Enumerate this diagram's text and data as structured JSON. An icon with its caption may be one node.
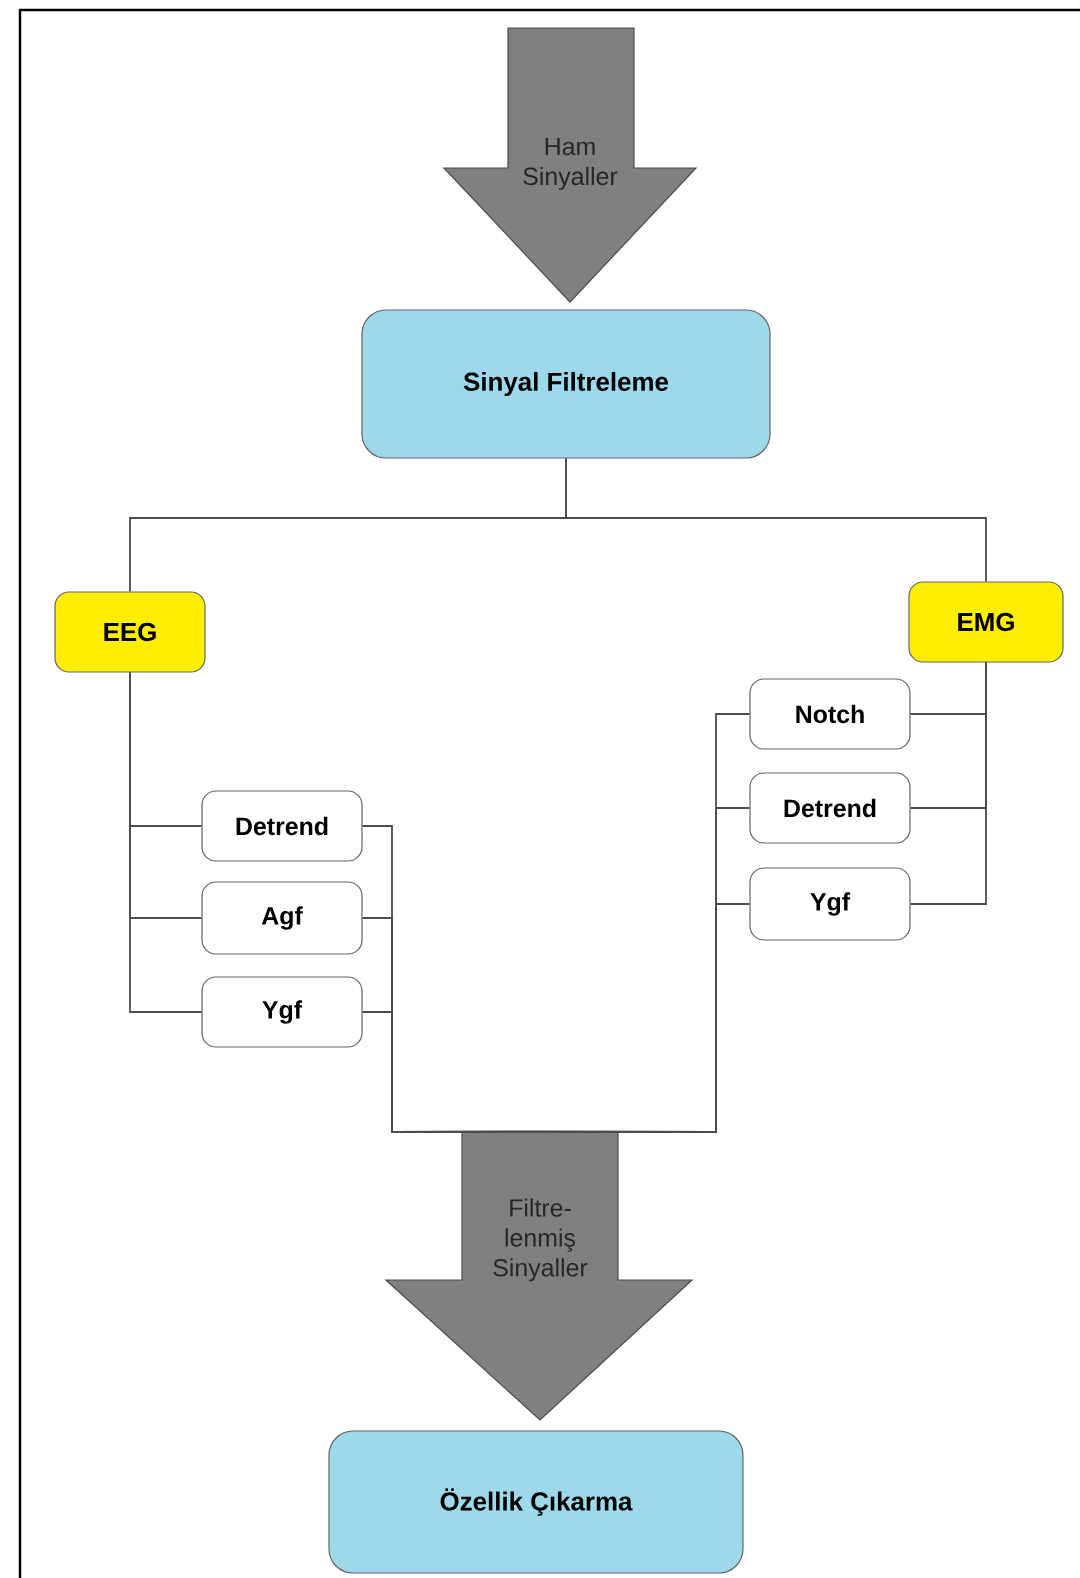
{
  "diagram": {
    "nodes": [
      {
        "text": [
          "Ham Sinyaller"
        ]
      },
      {
        "text": [
          "Sinyal Filtreleme"
        ]
      },
      {
        "text": [
          "EEG"
        ]
      },
      {
        "text": [
          "EMG"
        ]
      },
      {
        "text": [
          "Detrend"
        ]
      },
      {
        "text": [
          "Agf"
        ]
      },
      {
        "text": [
          "Ygf"
        ]
      },
      {
        "text": [
          "Notch"
        ]
      },
      {
        "text": [
          "Detrend"
        ]
      },
      {
        "text": [
          "Ygf"
        ]
      },
      {
        "text": [
          "Filtre- lenmiş Sinyaller"
        ]
      },
      {
        "text": [
          "Özellik Çıkarma"
        ]
      }
    ],
    "edges": [
      {
        "from": 1,
        "to": 2,
        "arrow": "none"
      },
      {
        "from": 1,
        "to": 3,
        "arrow": "none"
      },
      {
        "from": 2,
        "to": 4,
        "arrow": "none"
      },
      {
        "from": 2,
        "to": 5,
        "arrow": "none"
      },
      {
        "from": 2,
        "to": 6,
        "arrow": "none"
      },
      {
        "from": 3,
        "to": 7,
        "arrow": "none"
      },
      {
        "from": 3,
        "to": 8,
        "arrow": "none"
      },
      {
        "from": 3,
        "to": 9,
        "arrow": "none"
      },
      {
        "from": 4,
        "to": 10,
        "arrow": "none"
      },
      {
        "from": 5,
        "to": 10,
        "arrow": "none"
      },
      {
        "from": 6,
        "to": 10,
        "arrow": "none"
      },
      {
        "from": 7,
        "to": 10,
        "arrow": "none"
      },
      {
        "from": 8,
        "to": 10,
        "arrow": "none"
      },
      {
        "from": 9,
        "to": 10,
        "arrow": "none"
      }
    ]
  }
}
